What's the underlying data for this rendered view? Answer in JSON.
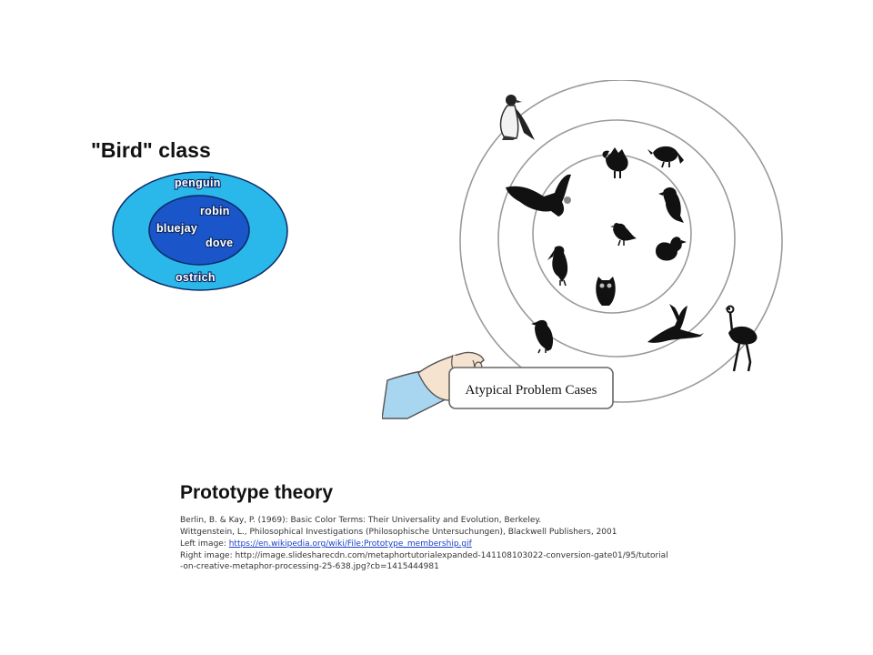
{
  "left_diagram": {
    "title": "\"Bird\" class",
    "labels": [
      "penguin",
      "robin",
      "bluejay",
      "dove",
      "ostrich"
    ],
    "colors": {
      "outer": "#2ab7ea",
      "inner": "#1a56c9",
      "stroke": "#0a2a66"
    }
  },
  "right_diagram": {
    "callout_label": "Atypical Problem Cases",
    "icons": [
      "penguin-icon",
      "hen-icon",
      "crow-icon",
      "eagle-icon",
      "parrot-icon",
      "sparrow-icon",
      "duck-icon",
      "pelican-icon",
      "owl-icon",
      "vulture-icon",
      "heron-icon",
      "ostrich-icon",
      "hand-icon"
    ]
  },
  "slide": {
    "title": "Prototype theory",
    "references": [
      {
        "text": "Berlin, B. & Kay, P. (1969): Basic Color Terms: Their Universality and Evolution, Berkeley."
      },
      {
        "text": "Wittgenstein, L., Philosophical Investigations (Philosophische Untersuchungen), Blackwell Publishers, 2001"
      },
      {
        "prefix": "Left image: ",
        "link": "https://en.wikipedia.org/wiki/File:Prototype_membership.gif"
      },
      {
        "text": "Right image: http://image.slidesharecdn.com/metaphortutorialexpanded-141108103022-conversion-gate01/95/tutorial-on-creative-metaphor-processing-25-638.jpg?cb=1415444981"
      }
    ]
  }
}
